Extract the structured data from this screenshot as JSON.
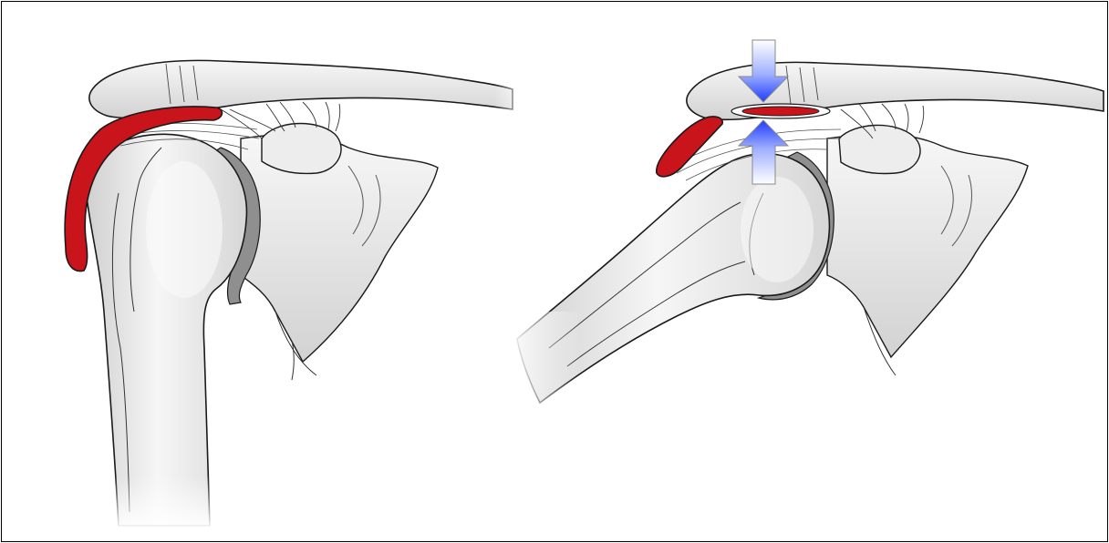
{
  "figure": {
    "panels": [
      {
        "id": "left",
        "arm_position": "arm-at-side",
        "bursa_state": "normal"
      },
      {
        "id": "right",
        "arm_position": "arm-raised",
        "bursa_state": "compressed"
      }
    ],
    "colors": {
      "bone_fill": "#e9e9e9",
      "bone_shadow": "#c4c4c4",
      "joint_gap": "#8f8f8f",
      "bursa": "#c8141a",
      "compression_arrow": "#2f4fff",
      "outline": "#1a1a1a",
      "frame": "#000000"
    },
    "icons": [
      "down-arrow-icon",
      "up-arrow-icon"
    ]
  }
}
